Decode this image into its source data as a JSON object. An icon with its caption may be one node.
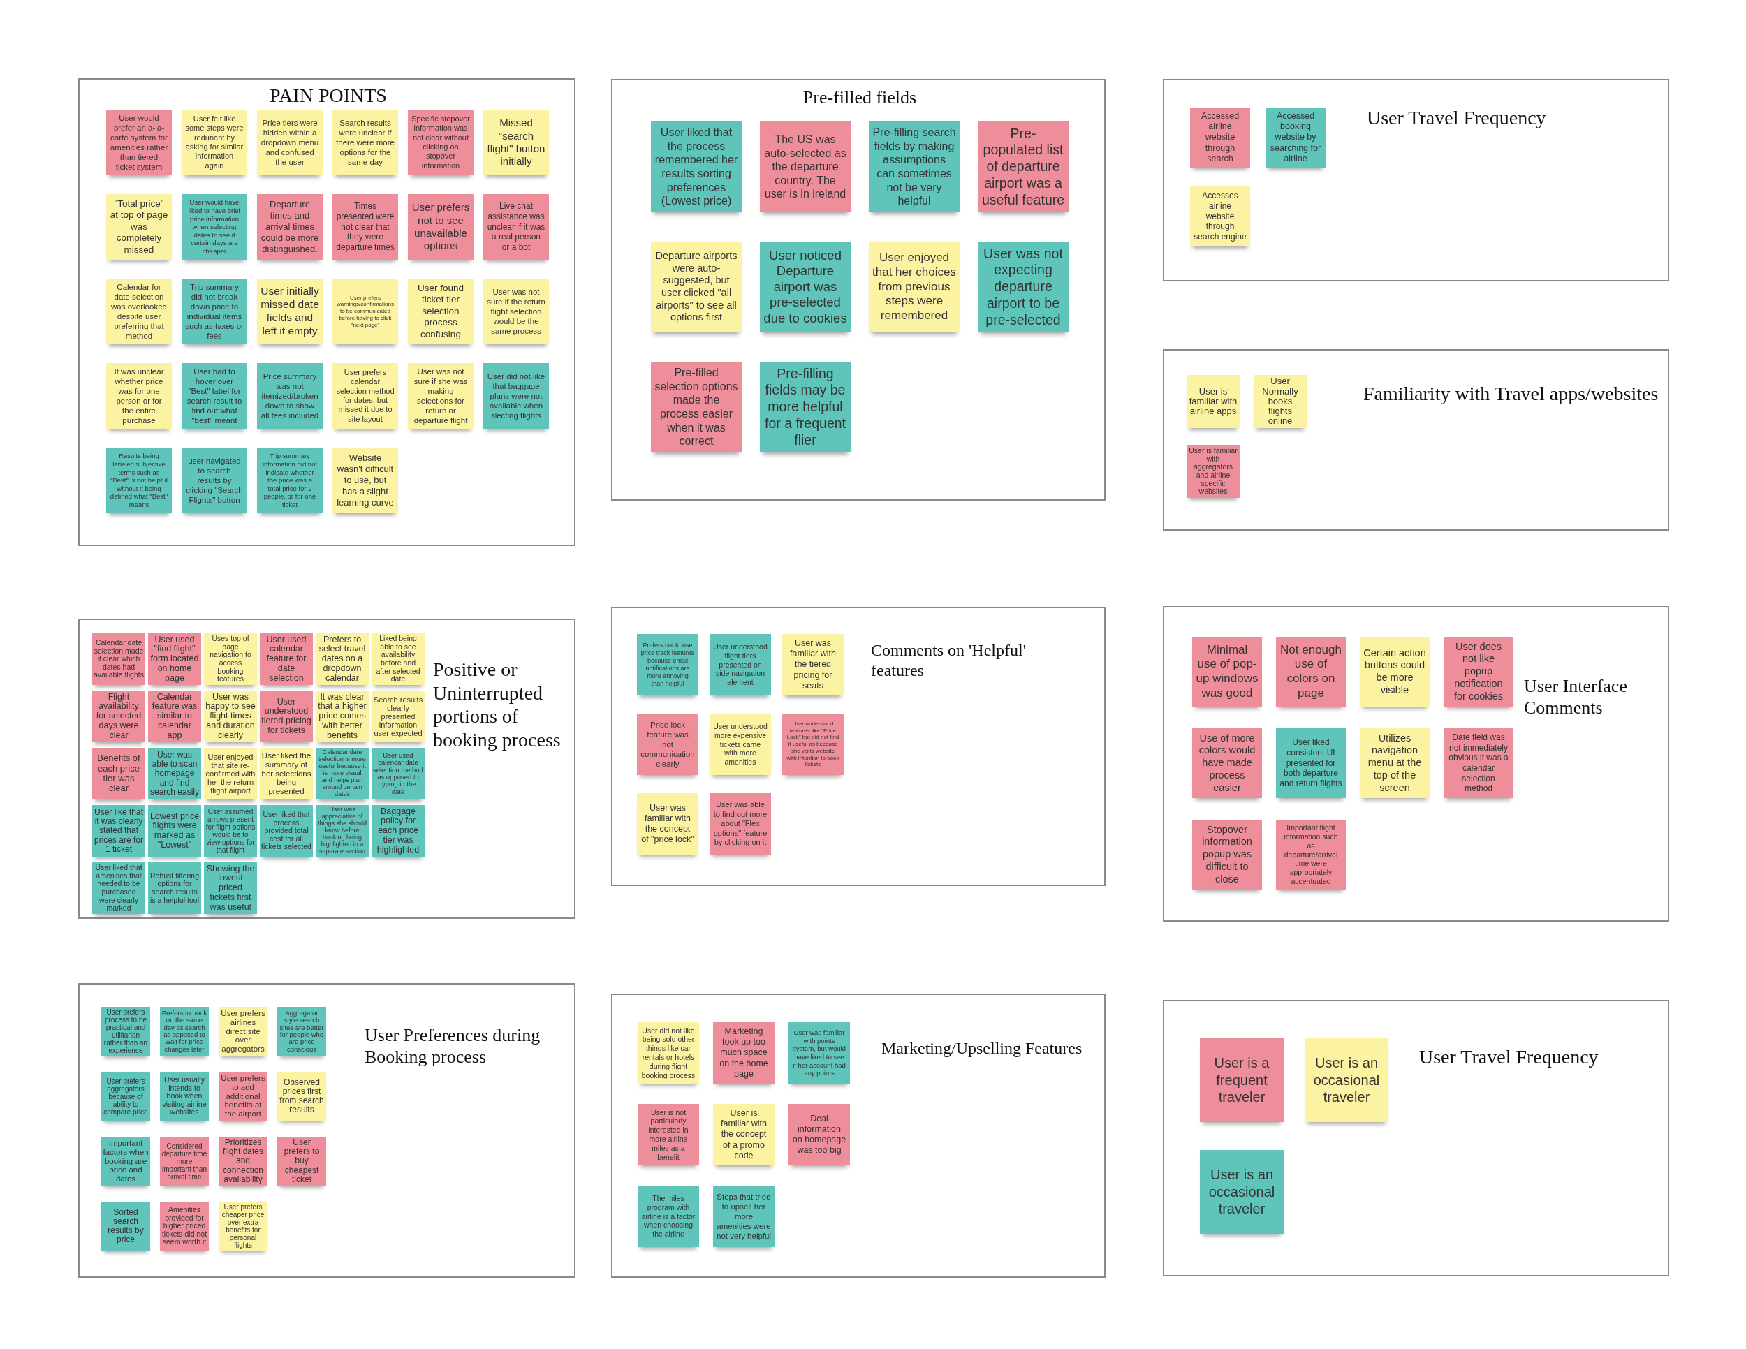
{
  "diagram": {
    "nodes": [
      {
        "text": [
          "PAIN POINTS"
        ]
      },
      {
        "text": [
          "User would prefer an a-la-carte system for amenities rather than tiered ticket system"
        ],
        "in": 0
      },
      {
        "text": [
          "User felt like some steps were redunant by asking for similar information again"
        ],
        "in": 0
      },
      {
        "text": [
          "Price tiers were hidden within a dropdown menu and confused the user"
        ],
        "in": 0
      },
      {
        "text": [
          "Search results were unclear if there were more options for the same day"
        ],
        "in": 0
      },
      {
        "text": [
          "Specific stopover information was not clear without clicking on stopover information"
        ],
        "in": 0
      },
      {
        "text": [
          "Missed \"search flight\" button initially"
        ],
        "in": 0
      },
      {
        "text": [
          "\"Total price\" at top of page was completely missed"
        ],
        "in": 0
      },
      {
        "text": [
          "User would have liked to have brief price information when selecting dates to see if certain days are cheaper"
        ],
        "in": 0
      },
      {
        "text": [
          "Departure times and arrival times could be more distinguished."
        ],
        "in": 0
      },
      {
        "text": [
          "Times presented were not clear that they were departure times"
        ],
        "in": 0
      },
      {
        "text": [
          "User prefers not to see unavailable options"
        ],
        "in": 0
      },
      {
        "text": [
          "Live chat assistance was unclear if it was a real person or a bot"
        ],
        "in": 0
      },
      {
        "text": [
          "Calendar for date selection was overlooked despite user preferring that method"
        ],
        "in": 0
      },
      {
        "text": [
          "Trip summary did not break down price to individual items such as taxes or fees"
        ],
        "in": 0
      },
      {
        "text": [
          "User initially missed date fields and left it empty"
        ],
        "in": 0
      },
      {
        "text": [
          "User prefers warnings/confirmations to be communicated before having to click \"next page\""
        ],
        "in": 0
      },
      {
        "text": [
          "User found ticket tier selection process confusing"
        ],
        "in": 0
      },
      {
        "text": [
          "User was not sure if the return flight selection would be the same process"
        ],
        "in": 0
      },
      {
        "text": [
          "It was unclear whether price was for one person or for the entire purchase"
        ],
        "in": 0
      },
      {
        "text": [
          "User had to hover over \"Best\" label for search result to find out what \"best\" meant"
        ],
        "in": 0
      },
      {
        "text": [
          "Price summary was not itemized/broken down to show all fees included"
        ],
        "in": 0
      },
      {
        "text": [
          "User prefers calendar selection method for dates, but missed it due to site layout"
        ],
        "in": 0
      },
      {
        "text": [
          "User was not sure if she was making selections for return or departure flight"
        ],
        "in": 0
      },
      {
        "text": [
          "User did not like that baggage plans were not available when slecting flights"
        ],
        "in": 0
      },
      {
        "text": [
          "Results being labeled subjective terms such as \"Best\" is not helpful without it being defined what \"Best\" means"
        ],
        "in": 0
      },
      {
        "text": [
          "user navigated to search results by clicking \"Search Flights\" button"
        ],
        "in": 0
      },
      {
        "text": [
          "Trip summary information did not indicate whether the price was a total price for 2 people, or for one ticket"
        ],
        "in": 0
      },
      {
        "text": [
          "Website wasn't difficult to use, but has a slight learning curve"
        ],
        "in": 0
      },
      {
        "text": [
          "Pre-filled fields"
        ]
      },
      {
        "text": [
          "User liked that the process remembered her results sorting preferences (Lowest price)"
        ],
        "in": 29
      },
      {
        "text": [
          "The US was auto-selected as the departure country. The user is in ireland"
        ],
        "in": 29
      },
      {
        "text": [
          "Pre-filling search fields by making assumptions can sometimes not be very helpful"
        ],
        "in": 29
      },
      {
        "text": [
          "Pre-populated list of departure airport was a useful feature"
        ],
        "in": 29
      },
      {
        "text": [
          "Departure airports were auto-suggested, but user clicked \"all airports\" to see all options first"
        ],
        "in": 29
      },
      {
        "text": [
          "User noticed Departure airport was pre-selected due to cookies"
        ],
        "in": 29
      },
      {
        "text": [
          "User enjoyed that her choices from previous steps were remembered"
        ],
        "in": 29
      },
      {
        "text": [
          "User was not expecting departure airport to be pre-selected"
        ],
        "in": 29
      },
      {
        "text": [
          "Pre-filled selection options made the process easier when it was correct"
        ],
        "in": 29
      },
      {
        "text": [
          "Pre-filling fields may be more helpful for a frequent flier"
        ],
        "in": 29
      },
      {
        "text": [
          "User Travel Frequency"
        ]
      },
      {
        "text": [
          "Accessed airline website through search"
        ],
        "in": 40
      },
      {
        "text": [
          "Accessed booking website by searching for airline"
        ],
        "in": 40
      },
      {
        "text": [
          "Accesses airline website through search engine"
        ],
        "in": 40
      },
      {
        "text": [
          "Familiarity with Travel apps/websites"
        ]
      },
      {
        "text": [
          "User is familiar with airline apps"
        ],
        "in": 44
      },
      {
        "text": [
          "User Normally books flights online"
        ],
        "in": 44
      },
      {
        "text": [
          "User is familiar with aggregators and airline specific websites"
        ],
        "in": 44
      },
      {
        "text": [
          "Positive or Uninterrupted portions of booking process"
        ]
      },
      {
        "text": [
          "Calendar date selection made it clear which dates had available flights"
        ],
        "in": 48
      },
      {
        "text": [
          "User used \"find flight\" form located on home page"
        ],
        "in": 48
      },
      {
        "text": [
          "Uses top of page navigation to access booking features"
        ],
        "in": 48
      },
      {
        "text": [
          "User used calendar feature for date selection"
        ],
        "in": 48
      },
      {
        "text": [
          "Prefers to select travel dates on a dropdown calendar"
        ],
        "in": 48
      },
      {
        "text": [
          "Liked being able to see availability before and after selected date"
        ],
        "in": 48
      },
      {
        "text": [
          "Flight availability for selected days were clear"
        ],
        "in": 48
      },
      {
        "text": [
          "Calendar feature was similar to calendar app"
        ],
        "in": 48
      },
      {
        "text": [
          "User was happy to see flight times and duration clearly"
        ],
        "in": 48
      },
      {
        "text": [
          "User understood tiered pricing for tickets"
        ],
        "in": 48
      },
      {
        "text": [
          "It was clear that a higher price comes with better benefits"
        ],
        "in": 48
      },
      {
        "text": [
          "Search results clearly presented information user expected"
        ],
        "in": 48
      },
      {
        "text": [
          "Benefits of each price tier was clear"
        ],
        "in": 48
      },
      {
        "text": [
          "User was able to scan homepage and find search easily"
        ],
        "in": 48
      },
      {
        "text": [
          "User enjoyed that site re-confirmed with her the return flight airport"
        ],
        "in": 48
      },
      {
        "text": [
          "User liked the summary of her selections being presented"
        ],
        "in": 48
      },
      {
        "text": [
          "Calendar date selection is more useful because it is more visual and helps plan around certain dates"
        ],
        "in": 48
      },
      {
        "text": [
          "User used calendar date selection method as opposed to typing in the date"
        ],
        "in": 48
      },
      {
        "text": [
          "User like that it was clearly stated that prices are for 1 ticket"
        ],
        "in": 48
      },
      {
        "text": [
          "Lowest price flights were marked as \"Lowest\""
        ],
        "in": 48
      },
      {
        "text": [
          "User assumed arrows present for flight options would be to view options for that flight"
        ],
        "in": 48
      },
      {
        "text": [
          "User liked that process provided total cost for all tickets selected"
        ],
        "in": 48
      },
      {
        "text": [
          "User was appreciative of things she should know before booking being highlighted in a separate section"
        ],
        "in": 48
      },
      {
        "text": [
          "Baggage policy for each price tier was highlighted"
        ],
        "in": 48
      },
      {
        "text": [
          "User liked that amenities that needed to be purchased were clearly marked"
        ],
        "in": 48
      },
      {
        "text": [
          "Robust filtering options for search results is a helpful tool"
        ],
        "in": 48
      },
      {
        "text": [
          "Showing the lowest priced tickets first was useful"
        ],
        "in": 48
      },
      {
        "text": [
          "Comments on 'Helpful' features"
        ]
      },
      {
        "text": [
          "Prefers not to use price track features because email notifications are more annoying than helpful"
        ],
        "in": 76
      },
      {
        "text": [
          "User understood flight tiers presented on side navigation element"
        ],
        "in": 76
      },
      {
        "text": [
          "User was familiar with the tiered pricing for seats"
        ],
        "in": 76
      },
      {
        "text": [
          "Price lock feature was not communication clearly"
        ],
        "in": 76
      },
      {
        "text": [
          "User understood more expensive tickets came with more amenities"
        ],
        "in": 76
      },
      {
        "text": [
          "User understood features like \"Price Lock\" but did not find it useful as because she visits website with intention to book tickets"
        ],
        "in": 76
      },
      {
        "text": [
          "User was familiar with the concept of \"price lock\""
        ],
        "in": 76
      },
      {
        "text": [
          "User was able to find out more about \"Flex options\" feature by clicking on it"
        ],
        "in": 76
      },
      {
        "text": [
          "User Interface Comments"
        ]
      },
      {
        "text": [
          "Minimal use of pop-up windows was good"
        ],
        "in": 85
      },
      {
        "text": [
          "Not enough use of colors on page"
        ],
        "in": 85
      },
      {
        "text": [
          "Certain action buttons could be more visible"
        ],
        "in": 85
      },
      {
        "text": [
          "User does not like popup notification for cookies"
        ],
        "in": 85
      },
      {
        "text": [
          "Use of more colors would have made process easier"
        ],
        "in": 85
      },
      {
        "text": [
          "User liked consistent UI presented for both departure and return flights"
        ],
        "in": 85
      },
      {
        "text": [
          "Utilizes navigation menu at the top of the screen"
        ],
        "in": 85
      },
      {
        "text": [
          "Date field was not immediately obvious it was a calendar selection method"
        ],
        "in": 85
      },
      {
        "text": [
          "Stopover information popup was difficult to close"
        ],
        "in": 85
      },
      {
        "text": [
          "Important flight information such as departure/arrival time were appropriately accentuated"
        ],
        "in": 85
      },
      {
        "text": [
          "User Preferences during Booking process"
        ]
      },
      {
        "text": [
          "User prefers process to be practical and utilitarian rather than an experience"
        ],
        "in": 96
      },
      {
        "text": [
          "Prefers to book on the same day as search as opposed to wait for price changes later"
        ],
        "in": 96
      },
      {
        "text": [
          "User prefers airlines direct site over aggregators"
        ],
        "in": 96
      },
      {
        "text": [
          "Aggregator style search sites are better for people who are price conscious"
        ],
        "in": 96
      },
      {
        "text": [
          "User prefers aggregators because of ability to compare price"
        ],
        "in": 96
      },
      {
        "text": [
          "User usually intends to book when visiting airline websites"
        ],
        "in": 96
      },
      {
        "text": [
          "User prefers to add additional benefits at the airport"
        ],
        "in": 96
      },
      {
        "text": [
          "Observed prices first from search results"
        ],
        "in": 96
      },
      {
        "text": [
          "Important factors when booking are price and dates"
        ],
        "in": 96
      },
      {
        "text": [
          "Considered departure time more important than arrival time"
        ],
        "in": 96
      },
      {
        "text": [
          "Prioritizes flight dates and connection availability"
        ],
        "in": 96
      },
      {
        "text": [
          "User prefers to buy cheapest ticket"
        ],
        "in": 96
      },
      {
        "text": [
          "Sorted search results by price"
        ],
        "in": 96
      },
      {
        "text": [
          "Amenities provided for higher priced tickets did not seem worth it"
        ],
        "in": 96
      },
      {
        "text": [
          "User prefers cheaper price over extra benefits for personal flights"
        ],
        "in": 96
      },
      {
        "text": [
          "Marketing/Upselling Features"
        ]
      },
      {
        "text": [
          "User did not like being sold other things like car rentals or hotels during flight booking process"
        ],
        "in": 112
      },
      {
        "text": [
          "Marketing took up too much space on the home page"
        ],
        "in": 112
      },
      {
        "text": [
          "User was familiar with points system, but would have liked to see if her account had any points"
        ],
        "in": 112
      },
      {
        "text": [
          "User is not particularly interested in more airline miles as a benefit"
        ],
        "in": 112
      },
      {
        "text": [
          "User is familiar with the concept of a promo code"
        ],
        "in": 112
      },
      {
        "text": [
          "Deal information on homepage was too big"
        ],
        "in": 112
      },
      {
        "text": [
          "The miles program with airline is a factor when choosing the airline"
        ],
        "in": 112
      },
      {
        "text": [
          "Steps that tried to upsell her more amenities were not very helpful"
        ],
        "in": 112
      },
      {
        "text": [
          "User Travel Frequency"
        ]
      },
      {
        "text": [
          "User is a frequent traveler"
        ],
        "in": 121
      },
      {
        "text": [
          "User is an occasional traveler"
        ],
        "in": 121
      },
      {
        "text": [
          "User is an occasional traveler"
        ],
        "in": 121
      }
    ]
  }
}
